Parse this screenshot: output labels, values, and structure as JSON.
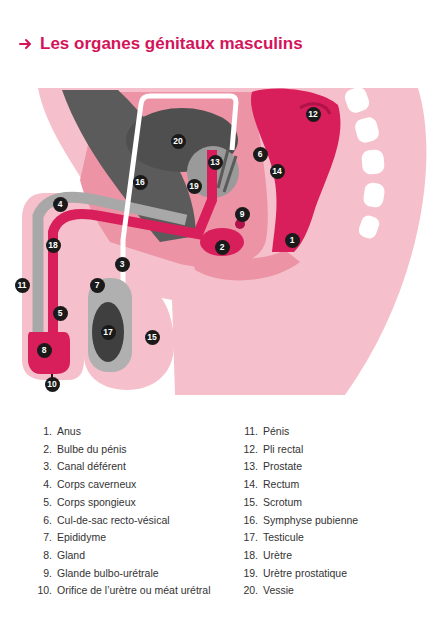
{
  "diagram": {
    "title": "Les organes génitaux masculins",
    "labels": [
      "1",
      "2",
      "3",
      "4",
      "5",
      "6",
      "7",
      "8",
      "9",
      "10",
      "11",
      "12",
      "13",
      "14",
      "15",
      "16",
      "17",
      "18",
      "19",
      "20",
      "1.",
      "Anus",
      "2.",
      "Bulbe du pénis",
      "3.",
      "Canal déférent",
      "4.",
      "Corps caverneux",
      "5.",
      "Corps spongieux",
      "6.",
      "Cul-de-sac recto-vésical",
      "7.",
      "Epididyme",
      "8.",
      "Gland",
      "9.",
      "Glande bulbo-urétrale",
      "10.",
      "Orifice de l’urètre ou méat urétral",
      "11.",
      "Pénis",
      "12.",
      "Pli rectal",
      "13.",
      "Prostate",
      "14.",
      "Rectum",
      "15.",
      "Scrotum",
      "16.",
      "Symphyse pubienne",
      "17.",
      "Testicule",
      "18.",
      "Urètre",
      "19.",
      "Urètre prostatique",
      "20.",
      "Vessie"
    ]
  }
}
